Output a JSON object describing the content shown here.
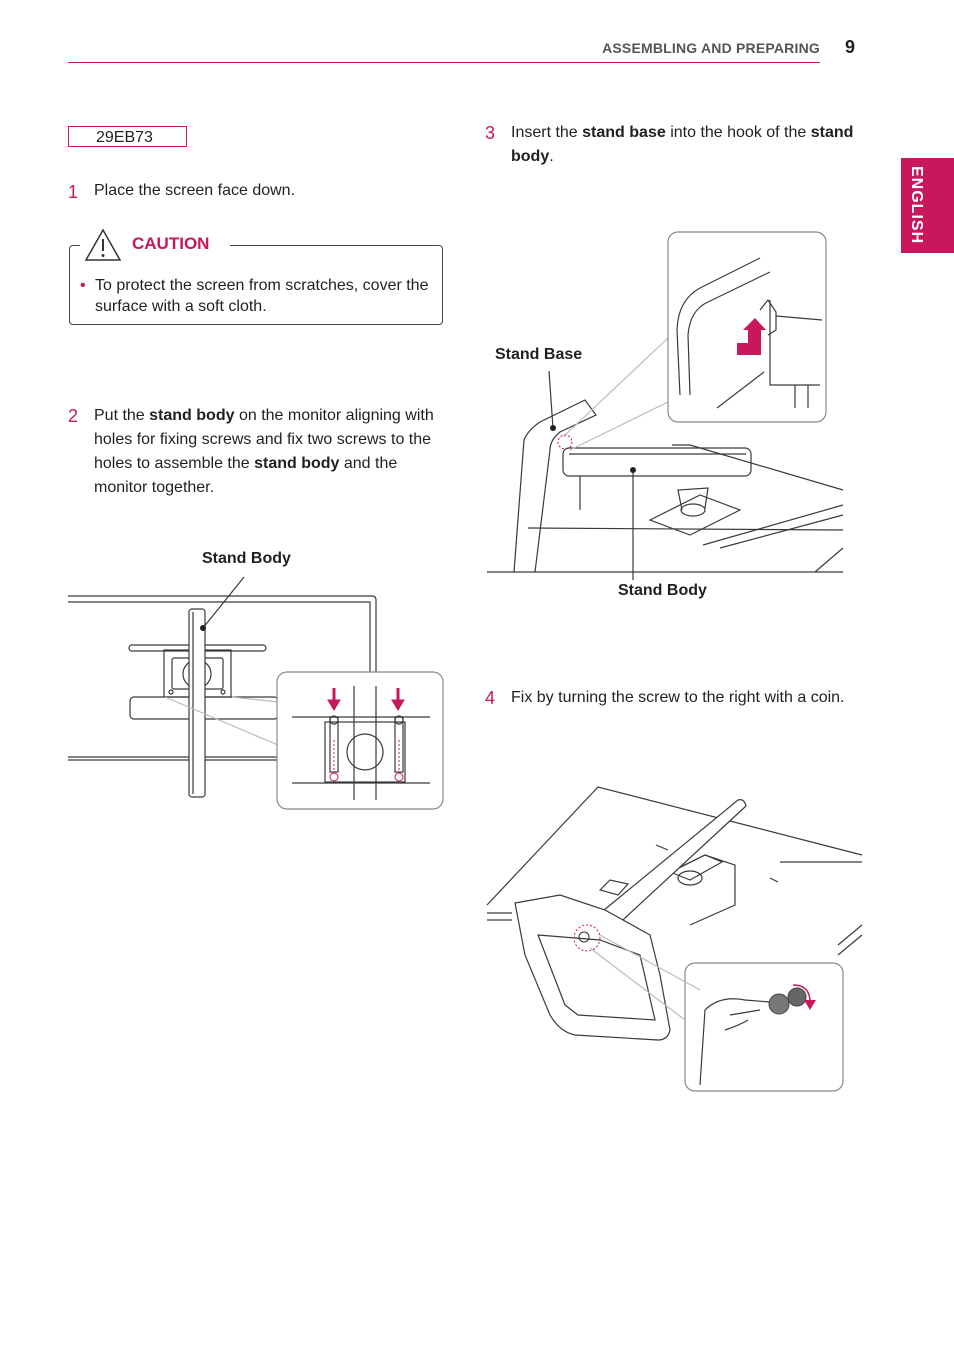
{
  "header": {
    "section_title": "ASSEMBLING AND PREPARING",
    "page_number": "9",
    "language_tab": "ENGLISH"
  },
  "model": "29EB73",
  "steps": [
    {
      "number": "1",
      "text_parts": [
        "Place the screen face down."
      ]
    },
    {
      "number": "2",
      "text_parts": [
        "Put the ",
        "stand body",
        " on the monitor aligning with holes for fixing screws and fix two screws to the holes to assemble the ",
        "stand body",
        " and the monitor together."
      ]
    },
    {
      "number": "3",
      "text_parts": [
        "Insert the ",
        "stand base",
        " into the hook of the ",
        "stand body",
        "."
      ]
    },
    {
      "number": "4",
      "text_parts": [
        "Fix by turning the screw to the right with a coin."
      ]
    }
  ],
  "caution": {
    "title": "CAUTION",
    "bullet": "•",
    "text": "To protect the screen from scratches, cover the surface with a soft cloth."
  },
  "figure_labels": {
    "step2_stand_body": "Stand Body",
    "step3_stand_base": "Stand Base",
    "step3_stand_body": "Stand Body"
  },
  "colors": {
    "accent": "#c8175d",
    "text": "#231f20",
    "line_art": "#3a3a3a"
  }
}
